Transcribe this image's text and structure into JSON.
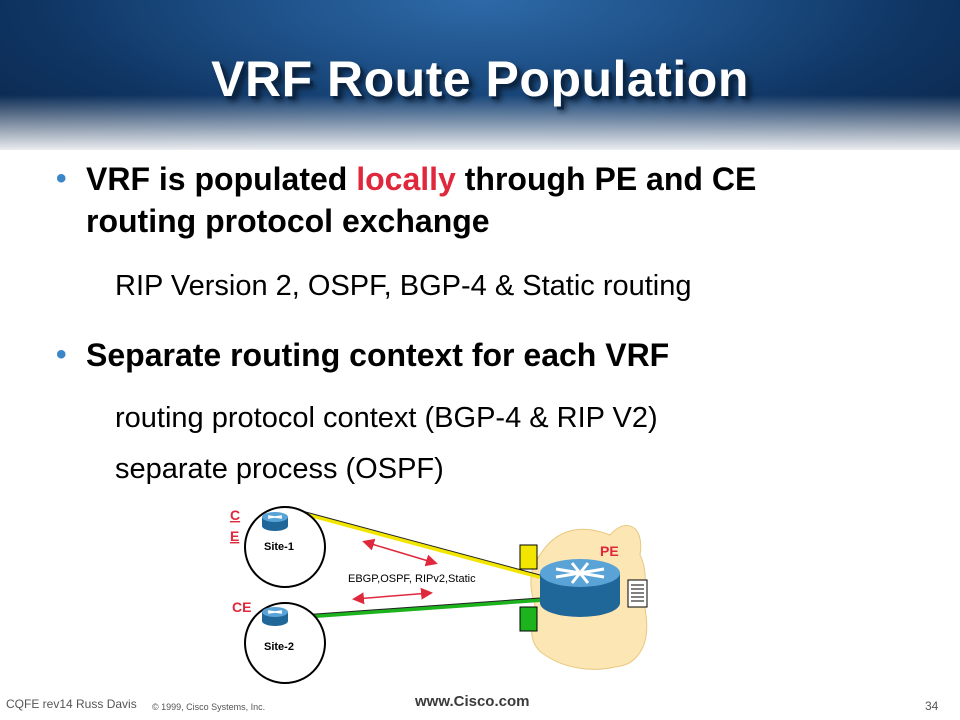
{
  "slide": {
    "title": "VRF Route Population",
    "bullet1": {
      "dot": "•",
      "text_before": "VRF is populated ",
      "highlight": "locally",
      "text_after": " through PE and CE",
      "line2": "routing protocol exchange"
    },
    "sub1": "RIP Version 2, OSPF, BGP-4 & Static routing",
    "bullet2": {
      "dot": "•",
      "text": "Separate routing context for each VRF"
    },
    "sub2": "routing protocol context (BGP-4 & RIP V2)",
    "sub3": "separate process (OSPF)"
  },
  "diagram": {
    "ce_label_top": "C\nE",
    "ce_label_top_c": "C",
    "ce_label_top_e": "E",
    "ce_label_bottom": "CE",
    "site1": "Site-1",
    "site2": "Site-2",
    "pe_label": "PE",
    "protocols": "EBGP,OSPF, RIPv2,Static",
    "colors": {
      "ce_label": "#e0283c",
      "pe_label": "#e0283c",
      "site1_link": "#f2e600",
      "site2_link": "#1db31d",
      "arrow": "#e0283c",
      "pe_cloud": "#fbe6b4",
      "router": "#2f7fb5"
    }
  },
  "footer": {
    "left": "CQFE rev14 Russ Davis",
    "copyright": "© 1999, Cisco Systems, Inc.",
    "url": "www.Cisco.com",
    "page": "34"
  }
}
